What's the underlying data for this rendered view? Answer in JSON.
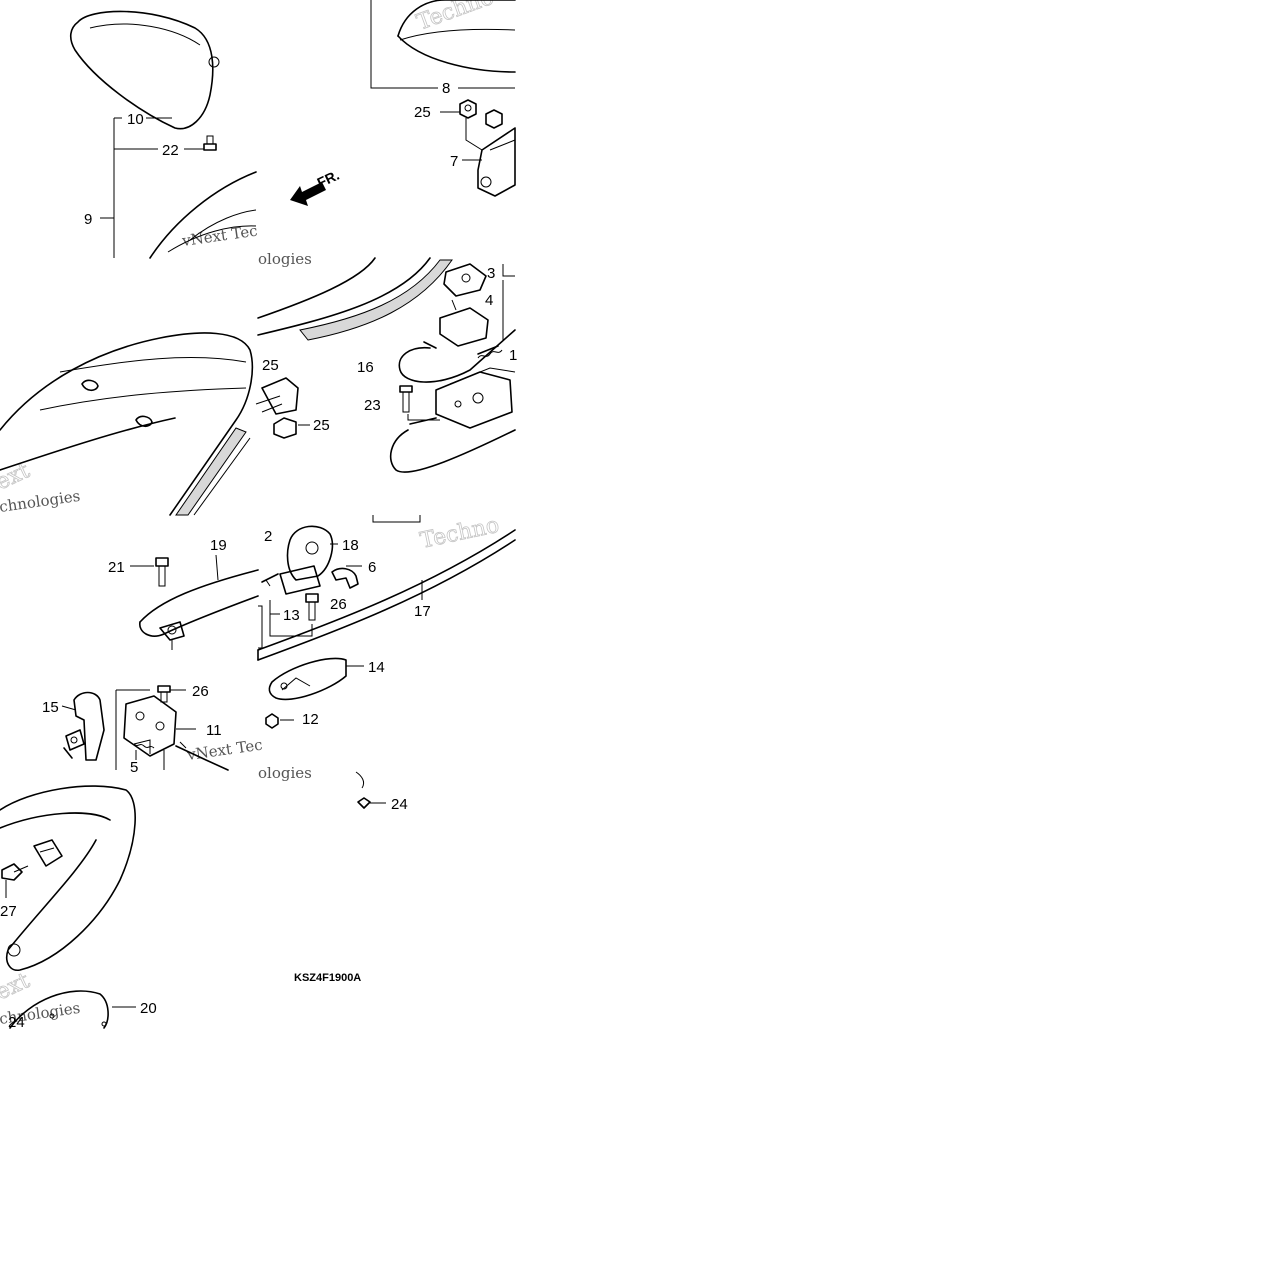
{
  "diagram": {
    "drawing_code": "KSZ4F1900A",
    "direction_label": "FR.",
    "watermark": {
      "primary": "Techno",
      "secondary": "vNext Tec",
      "tertiary": "ologies",
      "corner": "ext",
      "corner2": "chnologies"
    },
    "callouts": [
      {
        "id": "c10",
        "text": "10"
      },
      {
        "id": "c22",
        "text": "22"
      },
      {
        "id": "c9",
        "text": "9"
      },
      {
        "id": "c8",
        "text": "8"
      },
      {
        "id": "c25a",
        "text": "25"
      },
      {
        "id": "c7",
        "text": "7"
      },
      {
        "id": "c3",
        "text": "3"
      },
      {
        "id": "c4",
        "text": "4"
      },
      {
        "id": "c16",
        "text": "16"
      },
      {
        "id": "c1",
        "text": "1"
      },
      {
        "id": "c23",
        "text": "23"
      },
      {
        "id": "c25b",
        "text": "25"
      },
      {
        "id": "c25c",
        "text": "25"
      },
      {
        "id": "c19",
        "text": "19"
      },
      {
        "id": "c21",
        "text": "21"
      },
      {
        "id": "c2",
        "text": "2"
      },
      {
        "id": "c18",
        "text": "18"
      },
      {
        "id": "c6",
        "text": "6"
      },
      {
        "id": "c26a",
        "text": "26"
      },
      {
        "id": "c13",
        "text": "13"
      },
      {
        "id": "c17",
        "text": "17"
      },
      {
        "id": "c14",
        "text": "14"
      },
      {
        "id": "c12",
        "text": "12"
      },
      {
        "id": "c15",
        "text": "15"
      },
      {
        "id": "c26b",
        "text": "26"
      },
      {
        "id": "c11",
        "text": "11"
      },
      {
        "id": "c5",
        "text": "5"
      },
      {
        "id": "c24a",
        "text": "24"
      },
      {
        "id": "c27",
        "text": "27"
      },
      {
        "id": "c20",
        "text": "20"
      },
      {
        "id": "c24b",
        "text": "24"
      }
    ]
  }
}
